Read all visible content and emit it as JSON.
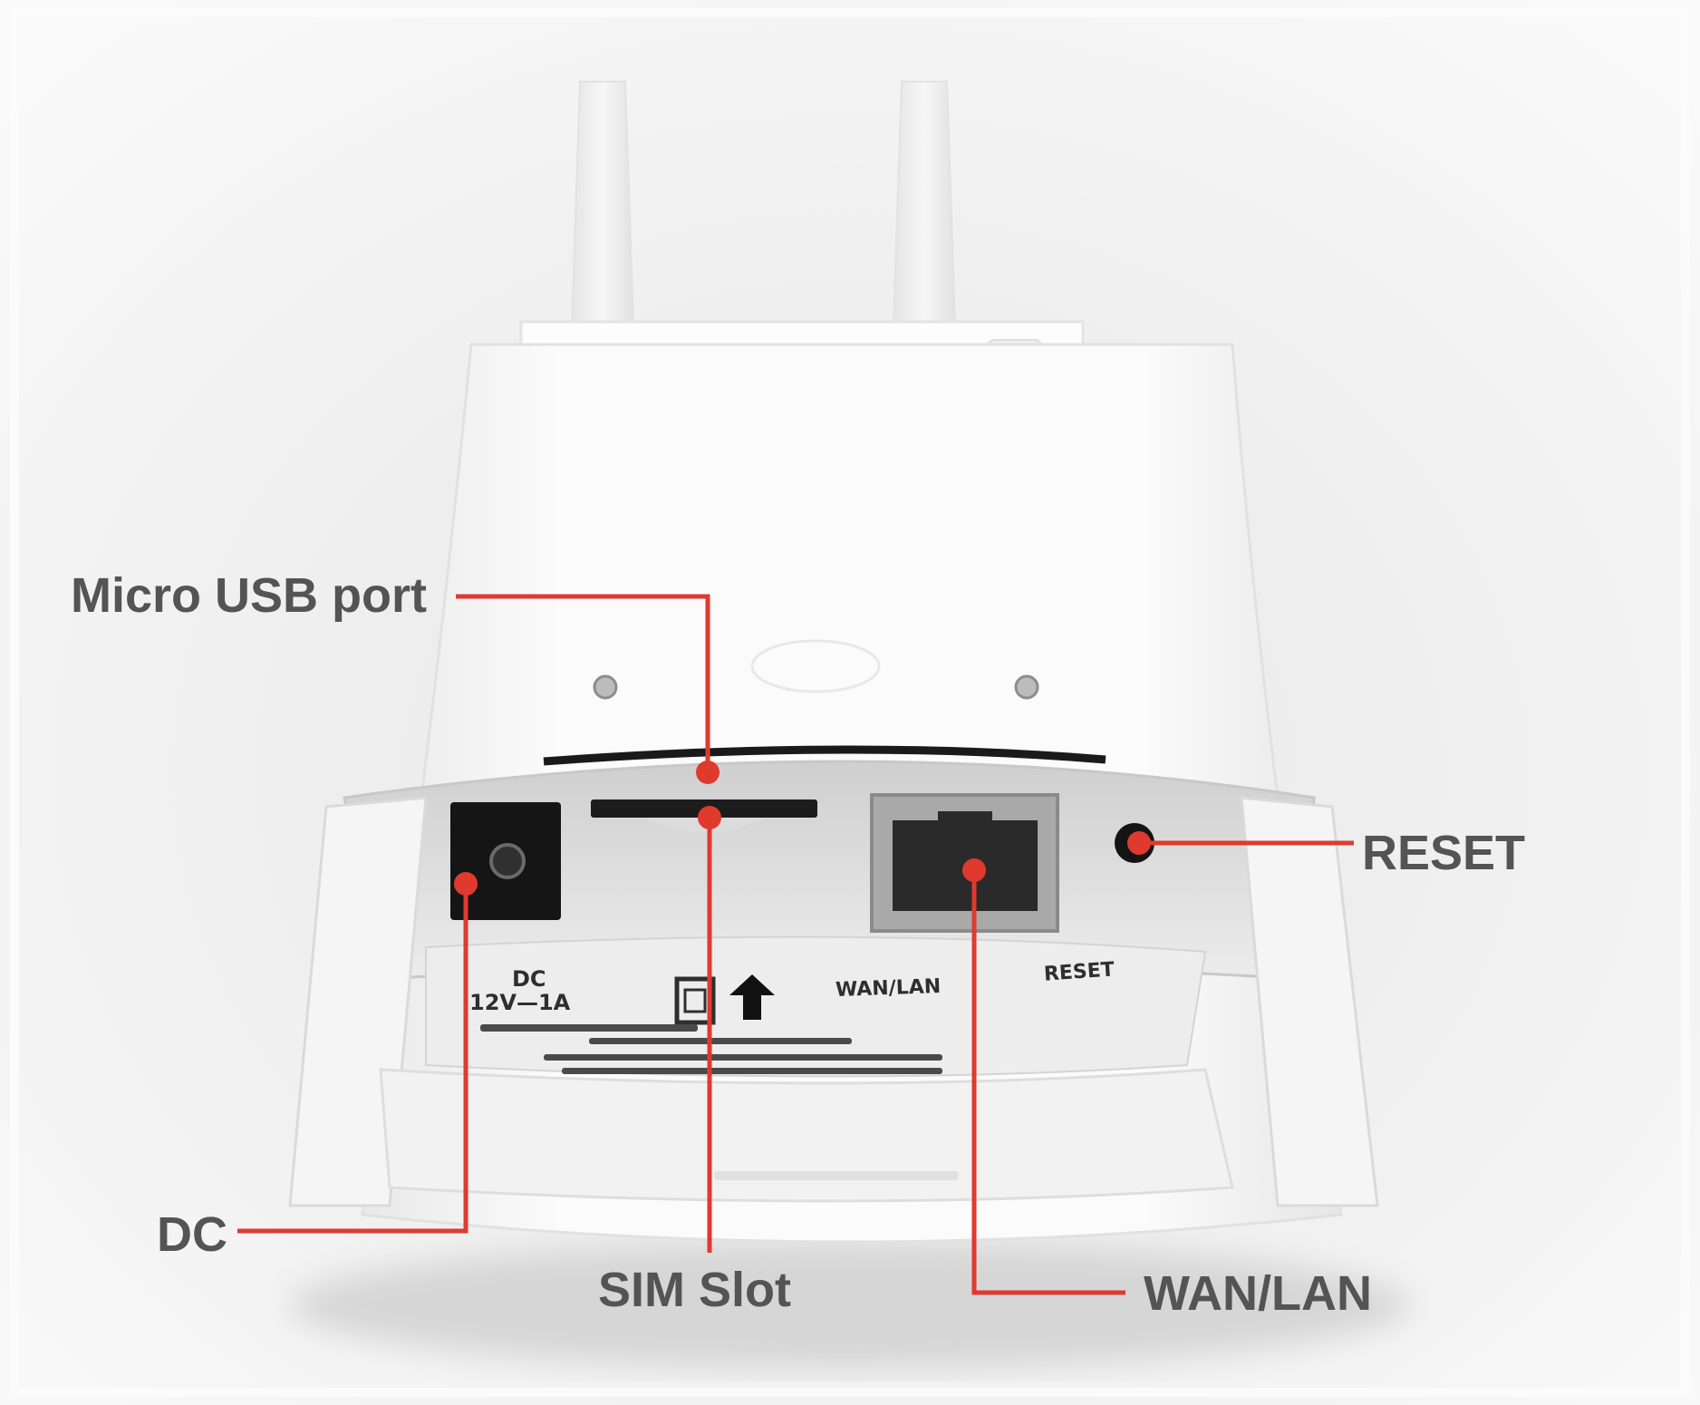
{
  "callouts": {
    "micro_usb": "Micro USB port",
    "reset": "RESET",
    "dc": "DC",
    "sim_slot": "SIM Slot",
    "wan_lan": "WAN/LAN"
  },
  "device_panel": {
    "dc_label": "DC",
    "voltage": "12V—1A",
    "wan_lan_label": "WAN/LAN",
    "reset_label": "RESET"
  },
  "colors": {
    "accent_red": "#e03a2f",
    "label_gray": "#545454",
    "device_white": "#f7f7f7"
  }
}
